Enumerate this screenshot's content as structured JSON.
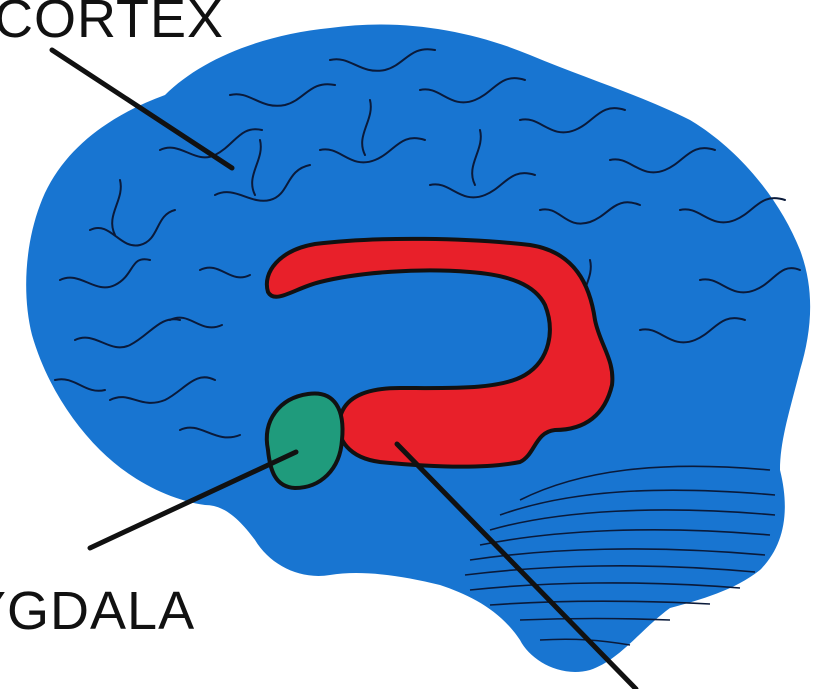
{
  "labels": {
    "cortex": "CORTEX",
    "amygdala": "YGDALA"
  },
  "colors": {
    "brain": "#1875d1",
    "hippocampus": "#e8202a",
    "amygdala": "#1f9b7c",
    "outline": "#111111",
    "sulci": "#0a1a3a",
    "background": "#ffffff"
  },
  "regions": [
    {
      "name": "cortex",
      "icon": "brain-cortex"
    },
    {
      "name": "hippocampus",
      "icon": "hippocampus-shape"
    },
    {
      "name": "amygdala",
      "icon": "amygdala-shape"
    },
    {
      "name": "cerebellum",
      "icon": "cerebellum-folds"
    }
  ]
}
